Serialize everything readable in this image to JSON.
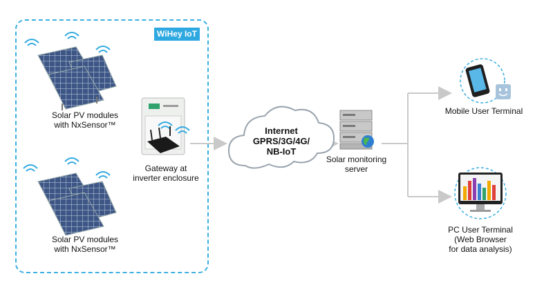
{
  "brand": {
    "label": "WiHey IoT",
    "color": "#2ea8e0"
  },
  "nodes": {
    "solar_top": {
      "line1": "Solar PV modules",
      "line2": "with NxSensor™"
    },
    "solar_bottom": {
      "line1": "Solar PV modules",
      "line2": "with NxSensor™"
    },
    "gateway": {
      "line1": "Gateway at",
      "line2": "inverter enclosure"
    },
    "internet": {
      "line1": "Internet",
      "line2": "GPRS/3G/4G/",
      "line3": "NB-IoT"
    },
    "server": {
      "line1": "Solar monitoring",
      "line2": "server"
    },
    "mobile": {
      "line1": "Mobile User Terminal"
    },
    "pc": {
      "line1": "PC User Terminal",
      "line2": "(Web Browser",
      "line3": "for data analysis)"
    }
  },
  "icons": [
    "solar-panel-icon",
    "wifi-icon",
    "gateway-icon",
    "cloud-icon",
    "server-icon",
    "globe-icon",
    "smartphone-icon",
    "smiley-icon",
    "monitor-icon"
  ],
  "colors": {
    "accent": "#2ea8e0",
    "arrow": "#c9c9c9",
    "panel": "#3a4f7a"
  }
}
